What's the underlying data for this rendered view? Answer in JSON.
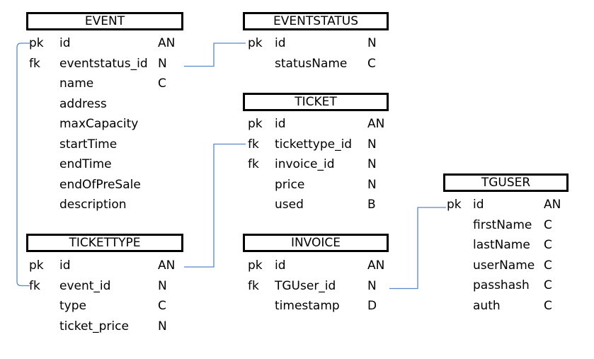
{
  "entities": [
    {
      "name": "EVENT",
      "rows": [
        {
          "key": "pk",
          "field": "id",
          "type": "AN"
        },
        {
          "key": "fk",
          "field": "eventstatus_id",
          "type": "N"
        },
        {
          "key": "",
          "field": "name",
          "type": "C"
        },
        {
          "key": "",
          "field": "address",
          "type": ""
        },
        {
          "key": "",
          "field": "maxCapacity",
          "type": ""
        },
        {
          "key": "",
          "field": "startTime",
          "type": ""
        },
        {
          "key": "",
          "field": "endTime",
          "type": ""
        },
        {
          "key": "",
          "field": "endOfPreSale",
          "type": ""
        },
        {
          "key": "",
          "field": "description",
          "type": ""
        }
      ]
    },
    {
      "name": "EVENTSTATUS",
      "rows": [
        {
          "key": "pk",
          "field": "id",
          "type": "N"
        },
        {
          "key": "",
          "field": "statusName",
          "type": "C"
        }
      ]
    },
    {
      "name": "TICKET",
      "rows": [
        {
          "key": "pk",
          "field": "id",
          "type": "AN"
        },
        {
          "key": "fk",
          "field": "tickettype_id",
          "type": "N"
        },
        {
          "key": "fk",
          "field": "invoice_id",
          "type": "N"
        },
        {
          "key": "",
          "field": "price",
          "type": "N"
        },
        {
          "key": "",
          "field": "used",
          "type": "B"
        }
      ]
    },
    {
      "name": "TGUSER",
      "rows": [
        {
          "key": "pk",
          "field": "id",
          "type": "AN"
        },
        {
          "key": "",
          "field": "firstName",
          "type": "C"
        },
        {
          "key": "",
          "field": "lastName",
          "type": "C"
        },
        {
          "key": "",
          "field": "userName",
          "type": "C"
        },
        {
          "key": "",
          "field": "passhash",
          "type": "C"
        },
        {
          "key": "",
          "field": "auth",
          "type": "C"
        }
      ]
    },
    {
      "name": "TICKETTYPE",
      "rows": [
        {
          "key": "pk",
          "field": "id",
          "type": "AN"
        },
        {
          "key": "fk",
          "field": "event_id",
          "type": "N"
        },
        {
          "key": "",
          "field": "type",
          "type": "C"
        },
        {
          "key": "",
          "field": "ticket_price",
          "type": "N"
        }
      ]
    },
    {
      "name": "INVOICE",
      "rows": [
        {
          "key": "pk",
          "field": "id",
          "type": "AN"
        },
        {
          "key": "fk",
          "field": "TGUser_id",
          "type": "N"
        },
        {
          "key": "",
          "field": "timestamp",
          "type": "D"
        }
      ]
    }
  ],
  "relationships": [
    {
      "from": "EVENT.eventstatus_id",
      "to": "EVENTSTATUS.id"
    },
    {
      "from": "TICKETTYPE.event_id",
      "to": "EVENT.id"
    },
    {
      "from": "TICKETTYPE.id",
      "to": "TICKET.tickettype_id"
    },
    {
      "from": "INVOICE.TGUser_id",
      "to": "TGUSER.id"
    }
  ],
  "colors": {
    "connector": "#5b86c9",
    "border": "#000000"
  }
}
